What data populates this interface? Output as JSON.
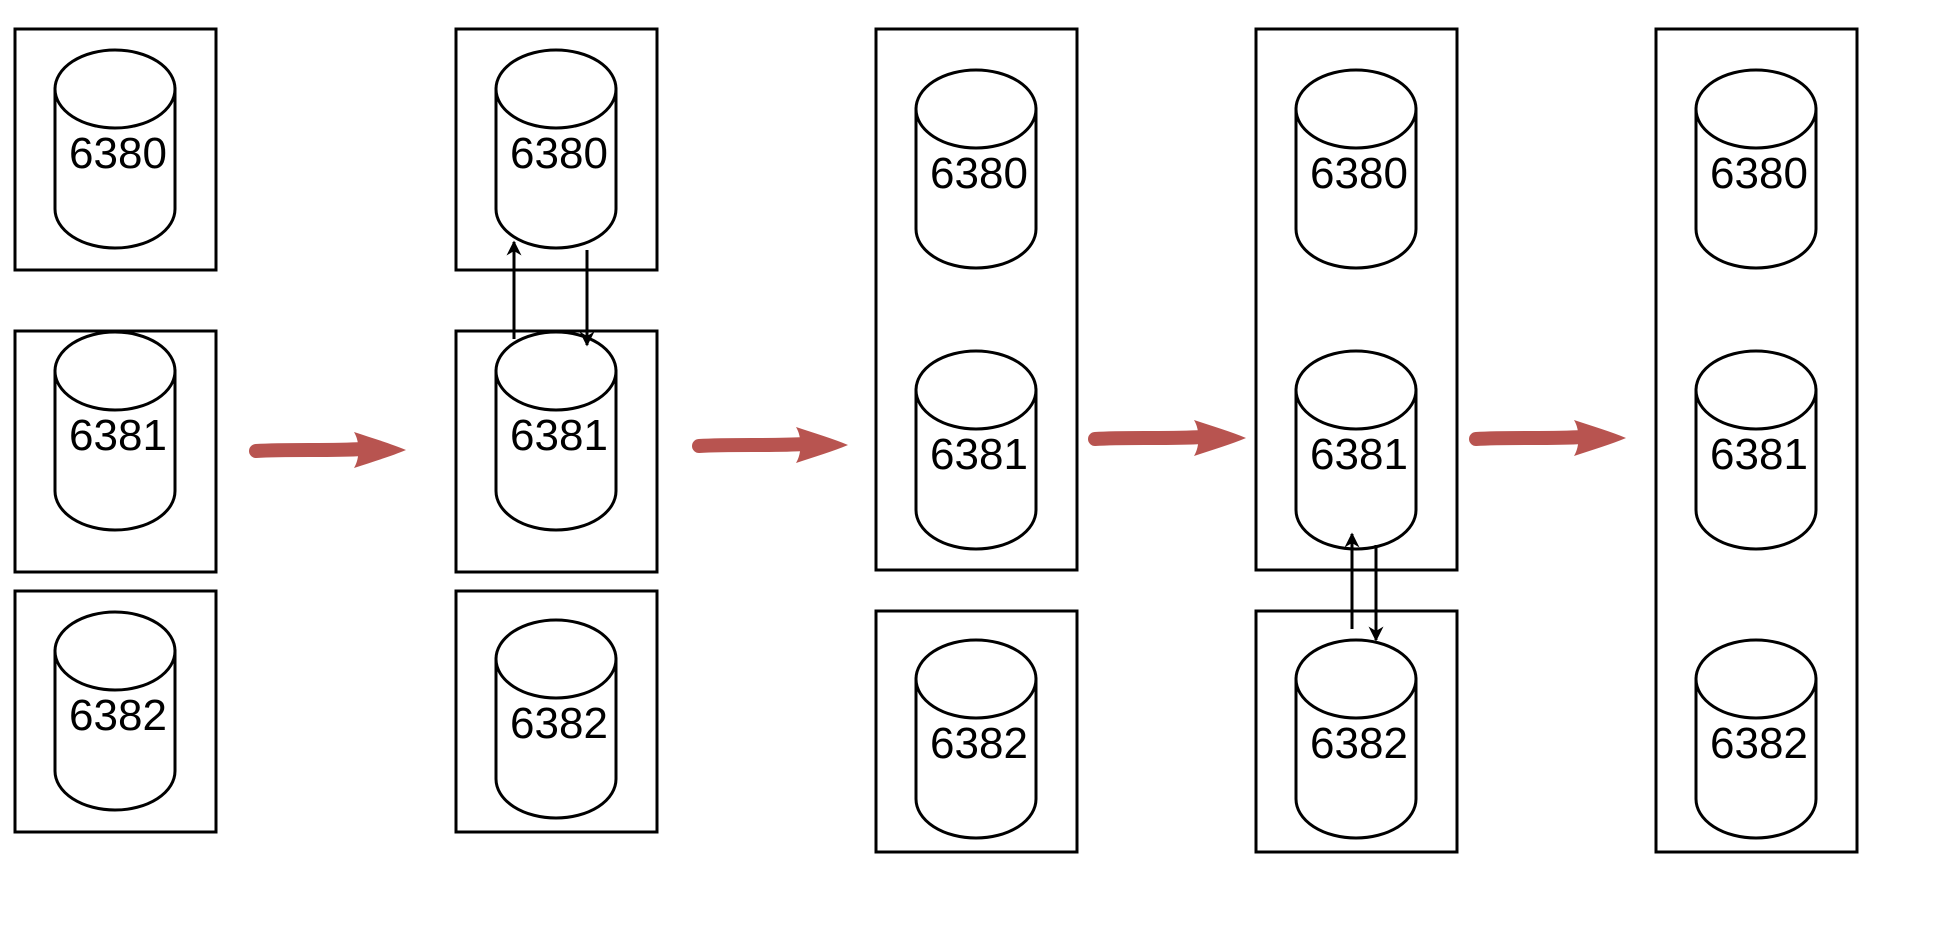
{
  "colors": {
    "stroke": "#000000",
    "transition_arrow": "#b85450",
    "background": "#ffffff"
  },
  "stages": [
    {
      "groups": [
        {
          "nodes": [
            {
              "label": "6380"
            }
          ]
        },
        {
          "nodes": [
            {
              "label": "6381"
            }
          ]
        },
        {
          "nodes": [
            {
              "label": "6382"
            }
          ]
        }
      ]
    },
    {
      "groups": [
        {
          "nodes": [
            {
              "label": "6380"
            }
          ]
        },
        {
          "nodes": [
            {
              "label": "6381"
            }
          ]
        },
        {
          "nodes": [
            {
              "label": "6382"
            }
          ]
        }
      ],
      "links": [
        {
          "between": [
            "6380",
            "6381"
          ]
        }
      ]
    },
    {
      "groups": [
        {
          "nodes": [
            {
              "label": "6380"
            },
            {
              "label": "6381"
            }
          ]
        },
        {
          "nodes": [
            {
              "label": "6382"
            }
          ]
        }
      ]
    },
    {
      "groups": [
        {
          "nodes": [
            {
              "label": "6380"
            },
            {
              "label": "6381"
            }
          ]
        },
        {
          "nodes": [
            {
              "label": "6382"
            }
          ]
        }
      ],
      "links": [
        {
          "between": [
            "6381",
            "6382"
          ]
        }
      ]
    },
    {
      "groups": [
        {
          "nodes": [
            {
              "label": "6380"
            },
            {
              "label": "6381"
            },
            {
              "label": "6382"
            }
          ]
        }
      ]
    }
  ],
  "transition_arrows": 4
}
